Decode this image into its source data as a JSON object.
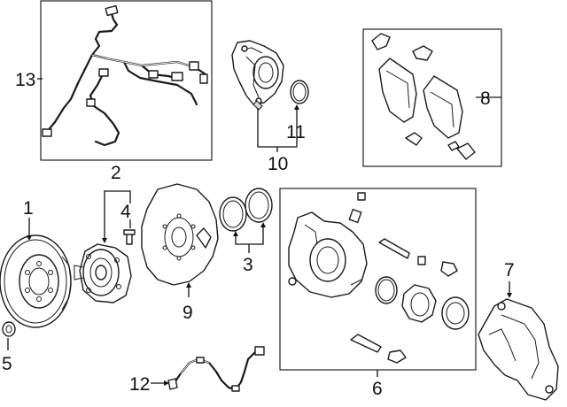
{
  "callouts": [
    {
      "id": "1",
      "text": "1"
    },
    {
      "id": "2",
      "text": "2"
    },
    {
      "id": "3",
      "text": "3"
    },
    {
      "id": "4",
      "text": "4"
    },
    {
      "id": "5",
      "text": "5"
    },
    {
      "id": "6",
      "text": "6"
    },
    {
      "id": "7",
      "text": "7"
    },
    {
      "id": "8",
      "text": "8"
    },
    {
      "id": "9",
      "text": "9"
    },
    {
      "id": "10",
      "text": "10"
    },
    {
      "id": "11",
      "text": "11"
    },
    {
      "id": "12",
      "text": "12"
    },
    {
      "id": "13",
      "text": "13"
    }
  ],
  "parts": [
    "brake-rotor",
    "hub-and-bearing",
    "caliper-seals",
    "hub-bolt",
    "rotor-screw",
    "caliper-assembly",
    "caliper-bracket",
    "brake-pads-kit",
    "backing-plate",
    "parking-brake-motor",
    "motor-seal",
    "wheel-speed-sensor",
    "parking-brake-harness"
  ]
}
